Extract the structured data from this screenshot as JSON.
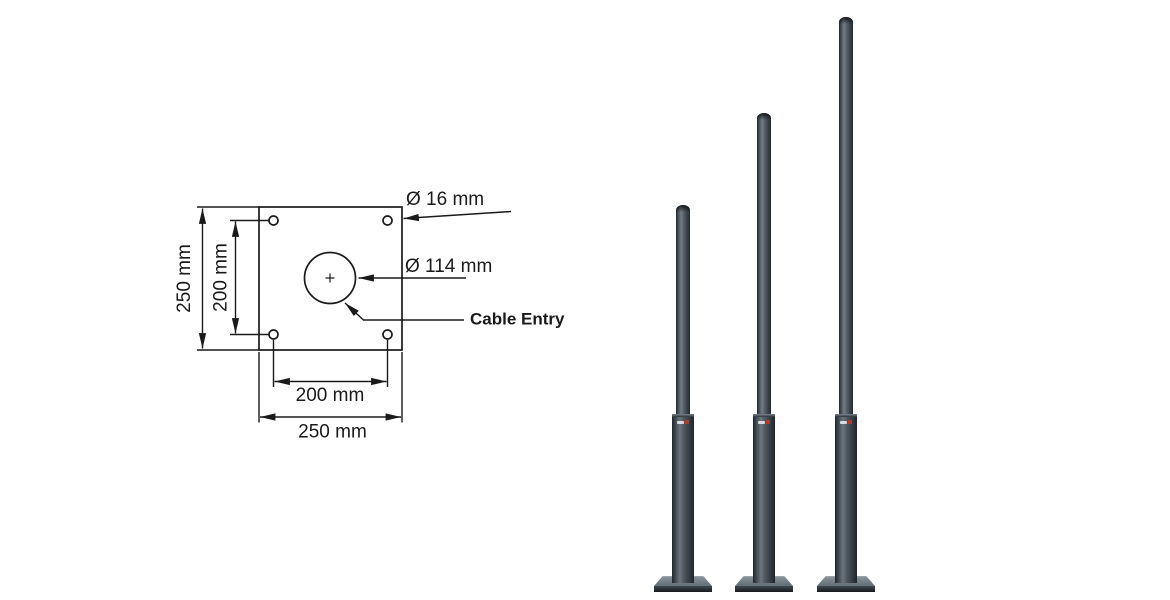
{
  "diagram": {
    "dim_plate_height": "250 mm",
    "dim_hole_spacing_vertical": "200 mm",
    "dim_hole_spacing_horizontal": "200 mm",
    "dim_plate_width": "250 mm",
    "label_bolt_hole": "Ø 16 mm",
    "label_center_hole": "Ø 114 mm",
    "label_cable_entry": "Cable Entry"
  },
  "poles": {
    "count": 3,
    "sizes": [
      "short",
      "medium",
      "tall"
    ]
  },
  "colors": {
    "background": "#ffffff",
    "line": "#1a1a1a",
    "pole_dark": "#23292e",
    "pole_highlight": "#737d86",
    "plate_gray": "#818c94",
    "badge_red": "#b23b2e",
    "badge_white": "#d8dbde"
  }
}
